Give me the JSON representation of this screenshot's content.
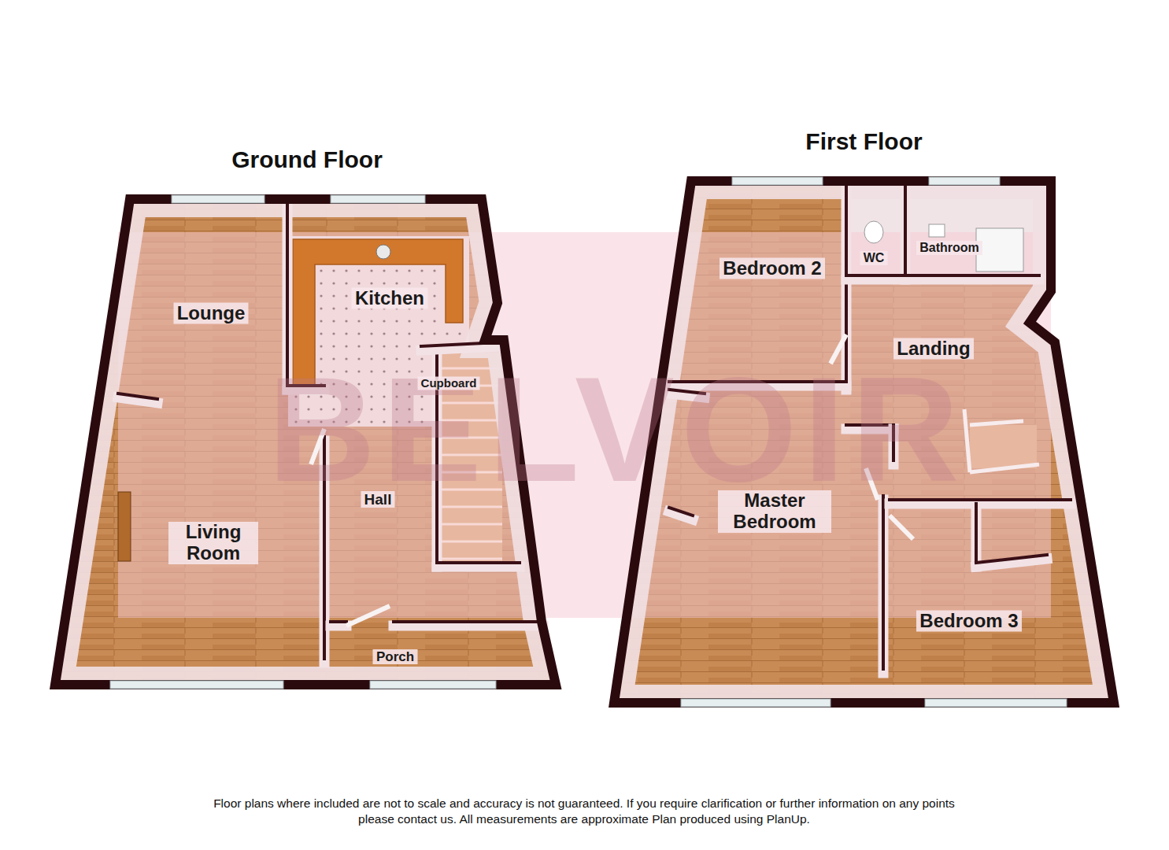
{
  "diagram": {
    "caption": "Floor plans where included are not to scale and accuracy is not guaranteed. If you require clarification or further information on any points please contact us. All measurements are approximate Plan produced using PlanUp.",
    "nodes": [
      {
        "text": [
          "Ground Floor"
        ]
      },
      {
        "text": [
          "Lounge"
        ],
        "in": 0
      },
      {
        "text": [
          "Kitchen"
        ],
        "in": 0
      },
      {
        "text": [
          "Cupboard"
        ],
        "in": 0
      },
      {
        "text": [
          "Living Room"
        ],
        "in": 0
      },
      {
        "text": [
          "Hall"
        ],
        "in": 0
      },
      {
        "text": [
          "Porch"
        ],
        "in": 0
      },
      {
        "text": [
          "First Floor"
        ]
      },
      {
        "text": [
          "Bedroom 2"
        ],
        "in": 7
      },
      {
        "text": [
          "WC"
        ],
        "in": 7
      },
      {
        "text": [
          "Bathroom"
        ],
        "in": 7
      },
      {
        "text": [
          "Landing"
        ],
        "in": 7
      },
      {
        "text": [
          "Master Bedroom"
        ],
        "in": 7
      },
      {
        "text": [
          "Bedroom 3"
        ],
        "in": 7
      }
    ],
    "labels": [
      "BELVOIR"
    ]
  }
}
